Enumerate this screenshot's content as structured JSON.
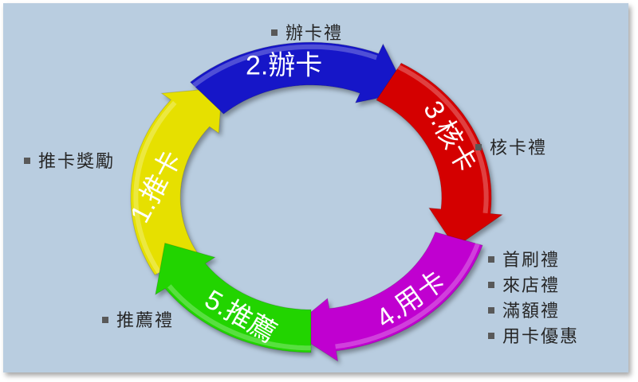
{
  "stages": [
    {
      "label": "1.推卡",
      "color": "#e6e000"
    },
    {
      "label": "2.辦卡",
      "color": "#1414c8"
    },
    {
      "label": "3.核卡",
      "color": "#d40000"
    },
    {
      "label": "4.用卡",
      "color": "#c000d0"
    },
    {
      "label": "5.推薦",
      "color": "#22d400"
    }
  ],
  "annotations": {
    "tuika": "推卡獎勵",
    "banka": "辦卡禮",
    "heka": "核卡禮",
    "yongka": [
      "首刷禮",
      "來店禮",
      "滿額禮",
      "用卡優惠"
    ],
    "tuijian": "推薦禮"
  }
}
